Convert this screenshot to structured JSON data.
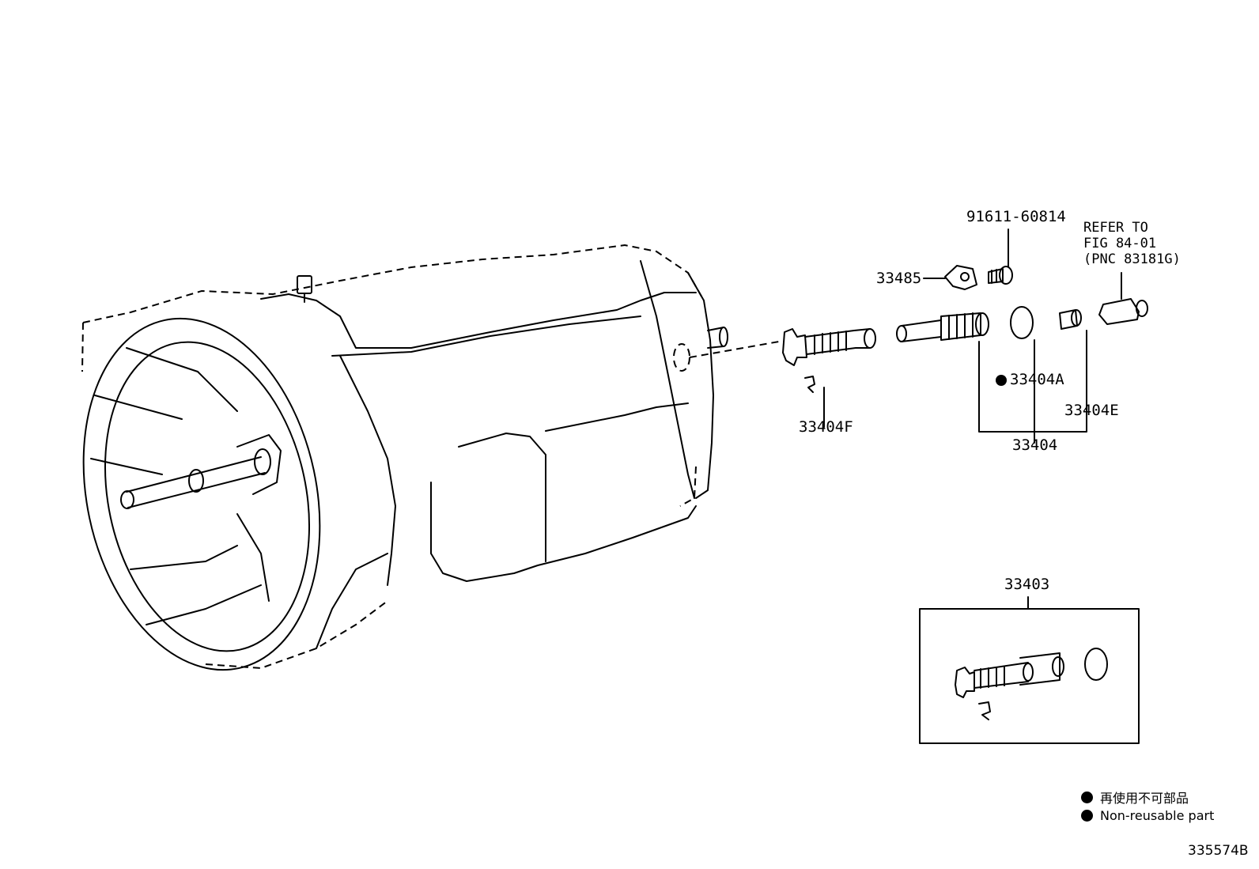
{
  "callouts": {
    "bolt": "91611-60814",
    "bracket": "33485",
    "refer_note": "REFER TO\nFIG 84-01\n(PNC 83181G)",
    "o_ring": "33404A",
    "sleeve_seal": "33404E",
    "assembly": "33404",
    "clip": "33404F",
    "kit": "33403"
  },
  "legend": {
    "jp": "再使用不可部品",
    "en": "Non-reusable part"
  },
  "figure_id": "335574B",
  "colors": {
    "ink": "#000000",
    "background": "#ffffff"
  }
}
